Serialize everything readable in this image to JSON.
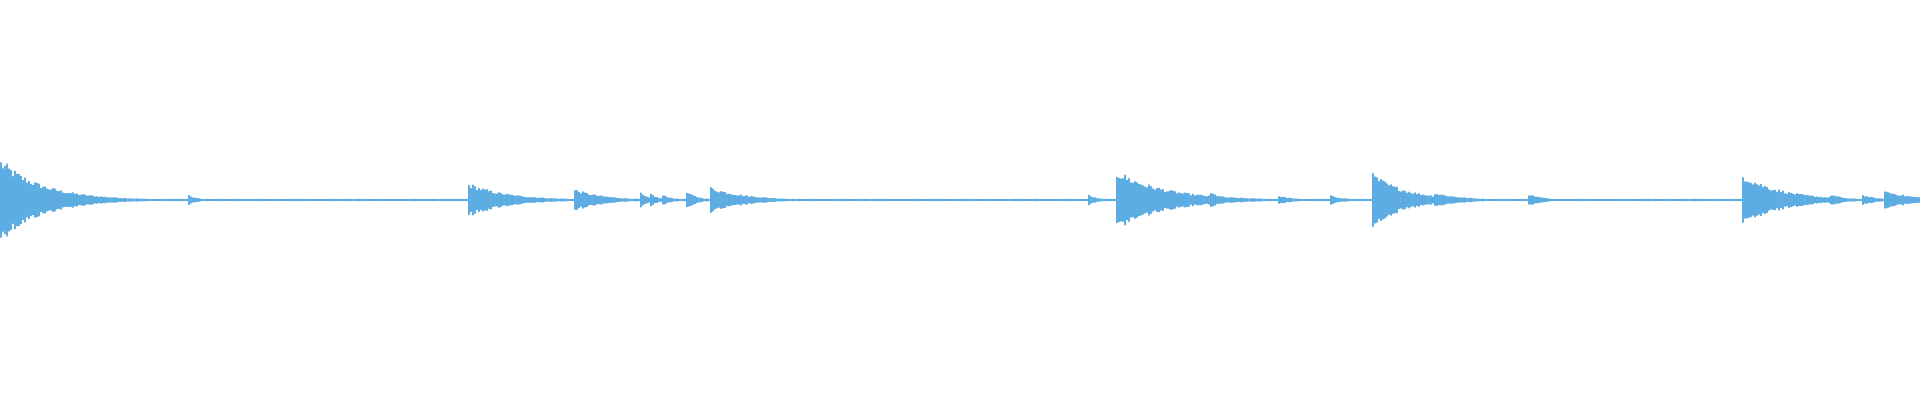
{
  "chart_data": {
    "type": "area",
    "description_kind": "audio-waveform",
    "title": "",
    "xlabel": "",
    "ylabel": "",
    "ylim": [
      -1,
      1
    ],
    "grid": false,
    "legend": "none",
    "color": "#5dade2",
    "time_unit": "percent-of-clip",
    "noise_floor": 0.006,
    "onsets": [
      {
        "t": 0.0,
        "peak": 0.21,
        "decay": 2.2
      },
      {
        "t": 9.7,
        "peak": 0.03,
        "decay": 0.5
      },
      {
        "t": 24.3,
        "peak": 0.09,
        "decay": 2.0
      },
      {
        "t": 29.8,
        "peak": 0.06,
        "decay": 1.5
      },
      {
        "t": 33.3,
        "peak": 0.04,
        "decay": 0.4
      },
      {
        "t": 33.8,
        "peak": 0.04,
        "decay": 0.4
      },
      {
        "t": 34.4,
        "peak": 0.03,
        "decay": 0.6
      },
      {
        "t": 35.7,
        "peak": 0.045,
        "decay": 0.6
      },
      {
        "t": 36.9,
        "peak": 0.07,
        "decay": 1.8
      },
      {
        "t": 56.6,
        "peak": 0.03,
        "decay": 0.5
      },
      {
        "t": 58.1,
        "peak": 0.155,
        "decay": 2.5
      },
      {
        "t": 63.0,
        "peak": 0.04,
        "decay": 0.8
      },
      {
        "t": 66.5,
        "peak": 0.025,
        "decay": 0.8
      },
      {
        "t": 69.2,
        "peak": 0.025,
        "decay": 0.8
      },
      {
        "t": 71.4,
        "peak": 0.14,
        "decay": 1.8
      },
      {
        "t": 74.6,
        "peak": 0.04,
        "decay": 1.5
      },
      {
        "t": 79.5,
        "peak": 0.035,
        "decay": 0.8
      },
      {
        "t": 90.7,
        "peak": 0.14,
        "decay": 2.0
      },
      {
        "t": 95.3,
        "peak": 0.03,
        "decay": 0.8
      },
      {
        "t": 96.9,
        "peak": 0.03,
        "decay": 0.8
      },
      {
        "t": 98.1,
        "peak": 0.05,
        "decay": 1.5
      }
    ]
  }
}
